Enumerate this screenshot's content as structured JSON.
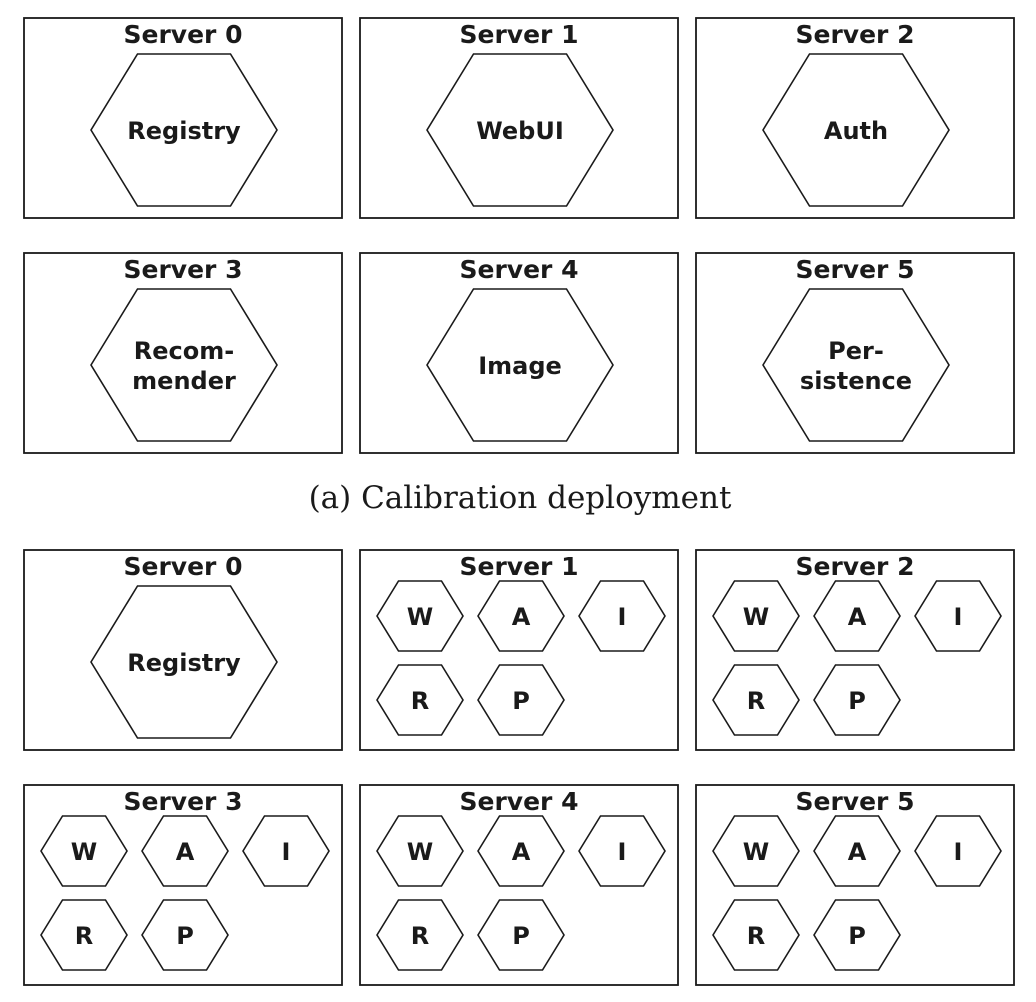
{
  "calibration": {
    "caption": "(a) Calibration deployment",
    "servers": [
      {
        "title": "Server 0",
        "service": [
          "Registry"
        ]
      },
      {
        "title": "Server 1",
        "service": [
          "WebUI"
        ]
      },
      {
        "title": "Server 2",
        "service": [
          "Auth"
        ]
      },
      {
        "title": "Server 3",
        "service": [
          "Recom-",
          "mender"
        ]
      },
      {
        "title": "Server 4",
        "service": [
          "Image"
        ]
      },
      {
        "title": "Server 5",
        "service": [
          "Per-",
          "sistence"
        ]
      }
    ]
  },
  "replicated": {
    "servers": [
      {
        "title": "Server 0",
        "service": [
          "Registry"
        ]
      },
      {
        "title": "Server 1",
        "services": [
          "W",
          "A",
          "I",
          "R",
          "P"
        ]
      },
      {
        "title": "Server 2",
        "services": [
          "W",
          "A",
          "I",
          "R",
          "P"
        ]
      },
      {
        "title": "Server 3",
        "services": [
          "W",
          "A",
          "I",
          "R",
          "P"
        ]
      },
      {
        "title": "Server 4",
        "services": [
          "W",
          "A",
          "I",
          "R",
          "P"
        ]
      },
      {
        "title": "Server 5",
        "services": [
          "W",
          "A",
          "I",
          "R",
          "P"
        ]
      }
    ]
  }
}
